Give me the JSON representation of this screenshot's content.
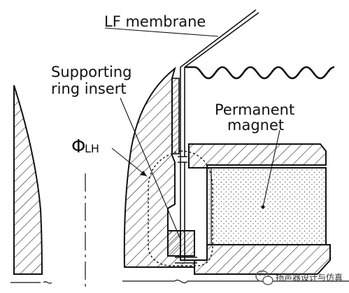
{
  "labels": {
    "lf_membrane": "LF membrane",
    "supporting_ring_line1": "Supporting",
    "supporting_ring_line2": "ring insert",
    "phi_symbol": "Φ",
    "phi_subscript": "LH",
    "permanent_line1": "Permanent",
    "permanent_line2": "magnet"
  },
  "watermark": {
    "text": "扬声器设计与仿真",
    "icon": "wechat-logo-icon"
  },
  "colors": {
    "ink": "#111111",
    "hatch": "#111111",
    "stipple": "#555555",
    "background": "#ffffff"
  }
}
